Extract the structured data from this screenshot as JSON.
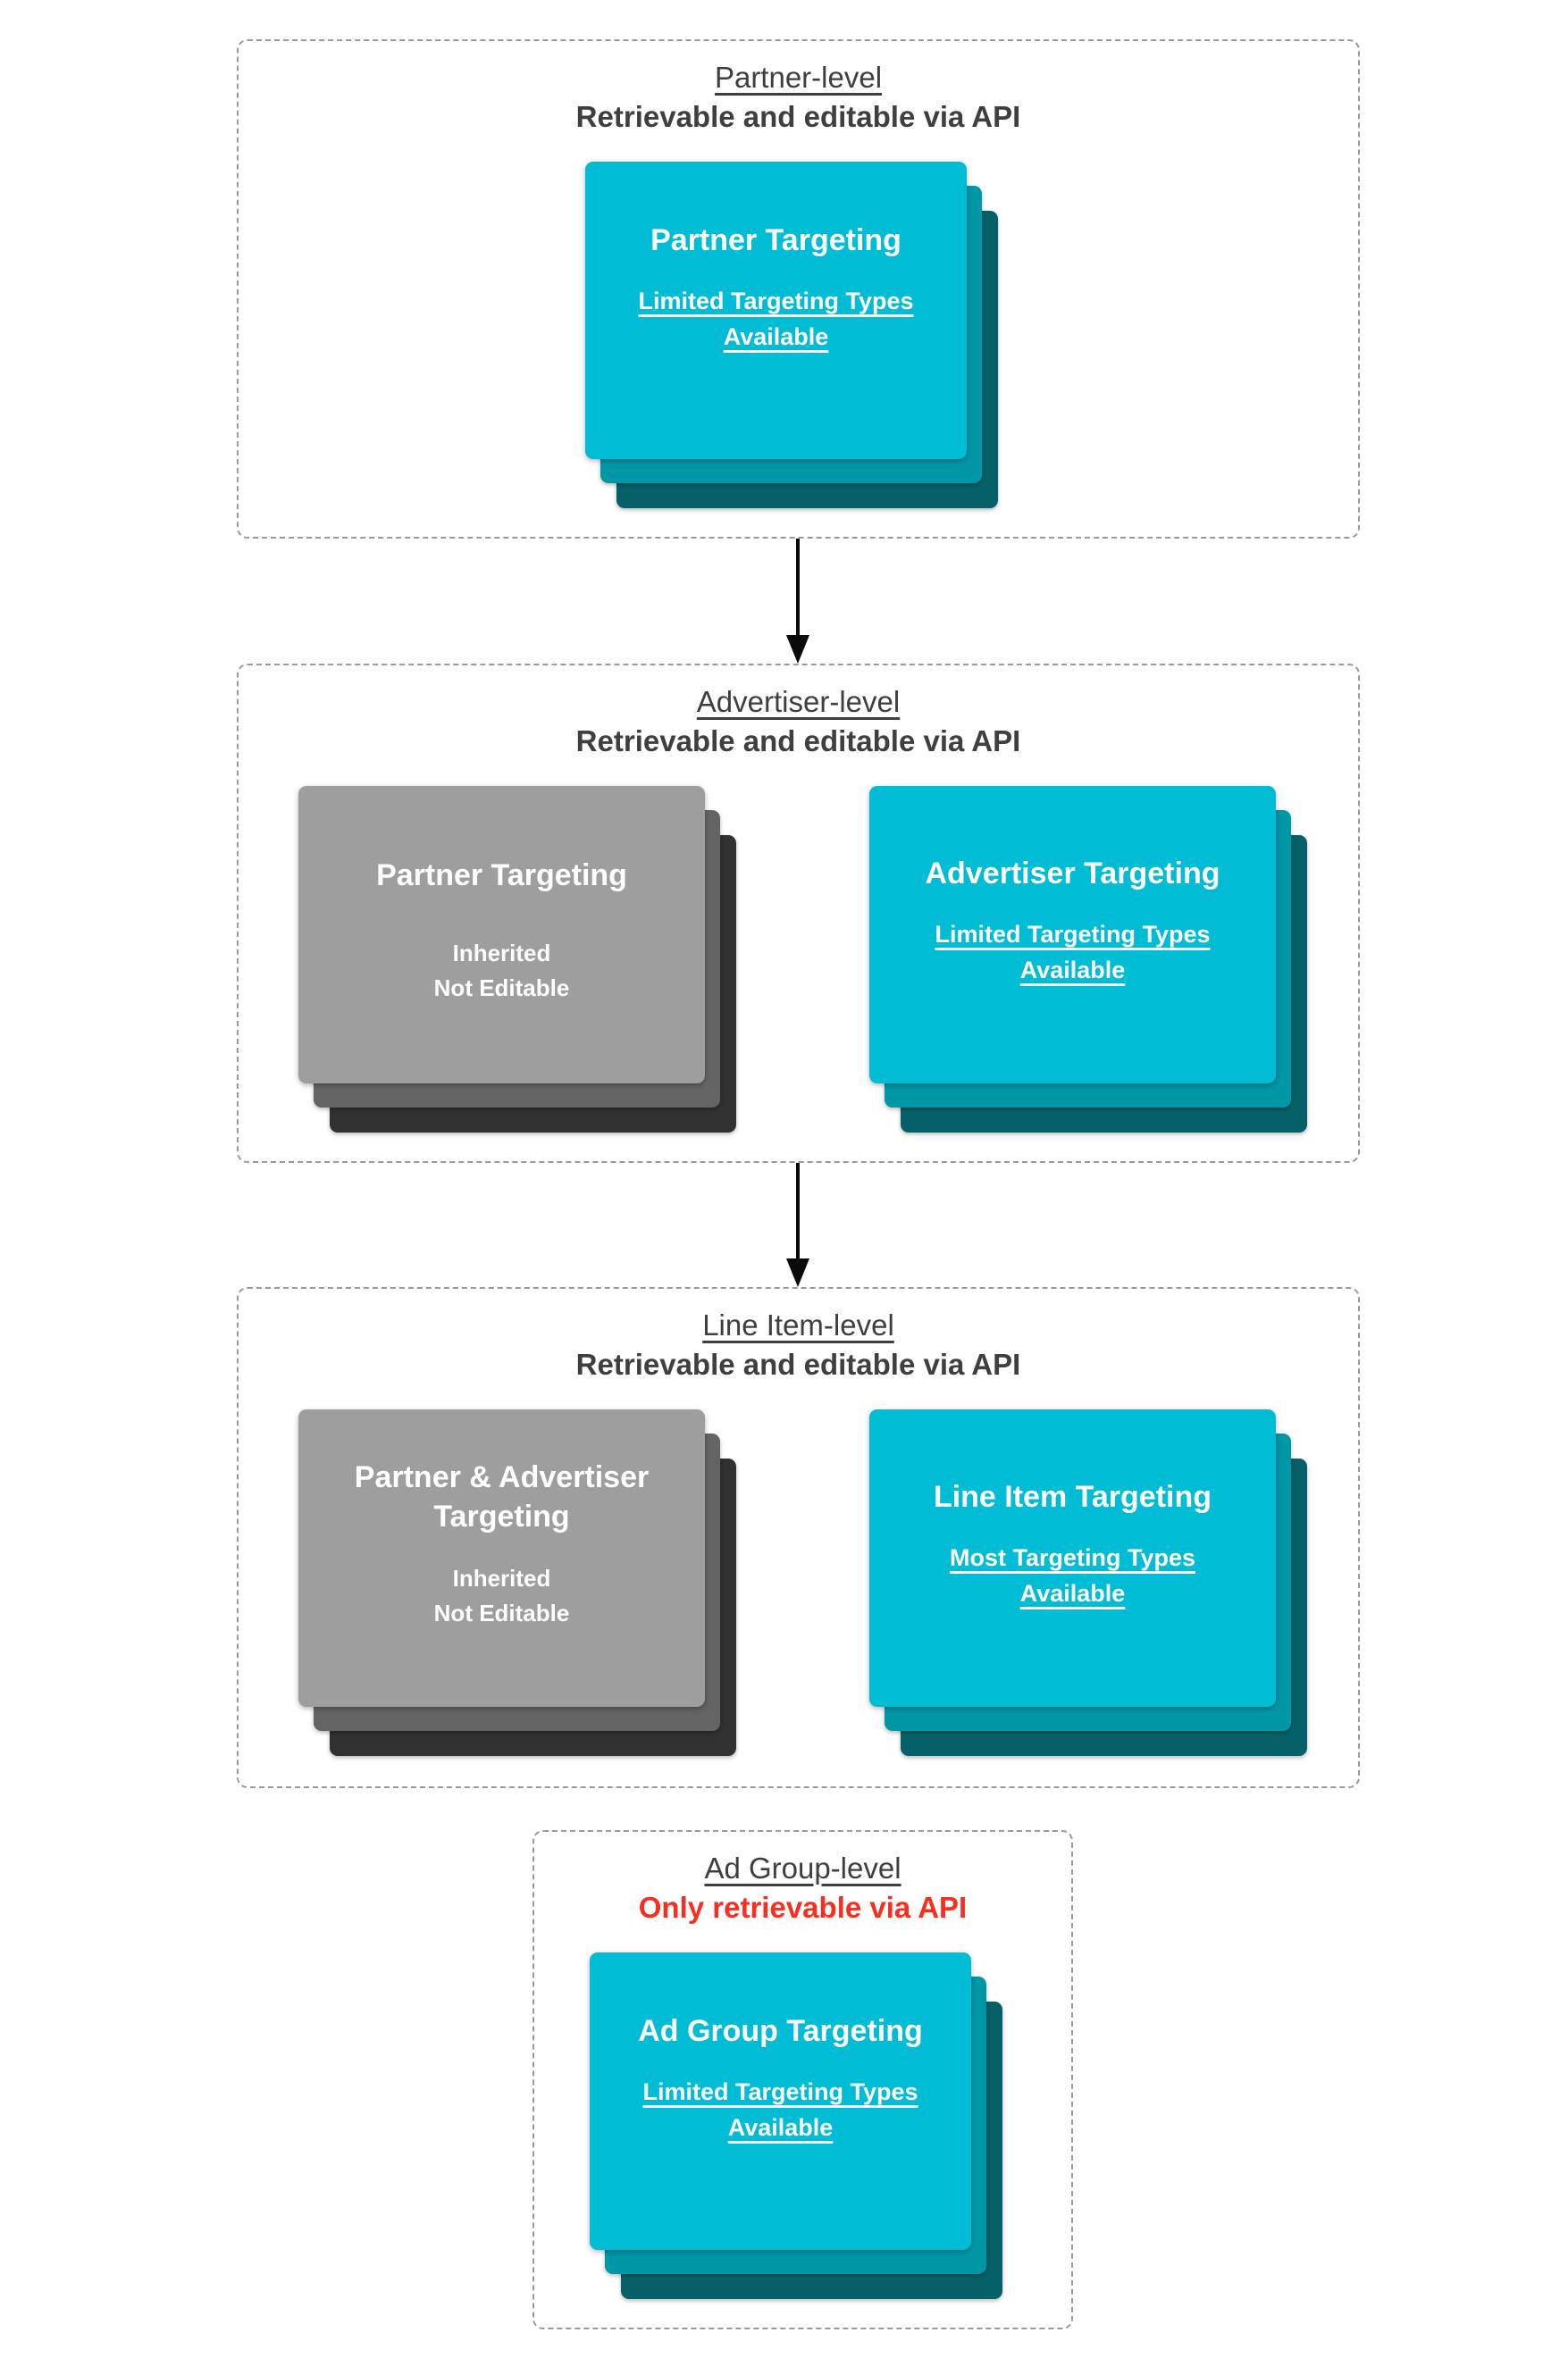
{
  "colors": {
    "cyan_front": "#00bcd4",
    "cyan_mid": "#0097a7",
    "cyan_back": "#056068",
    "gray_front": "#9e9e9e",
    "gray_mid": "#646464",
    "gray_back": "#313131",
    "header_text": "#3f3f3f",
    "red_text": "#fa2e1f",
    "dashed_border": "#9a9a9a",
    "arrow": "#0a0a0a",
    "card_text": "#ffffff"
  },
  "sections": [
    {
      "title": "Partner-level",
      "subtitle": "Retrievable and editable via API",
      "cards": [
        {
          "variant": "cyan",
          "title": "Partner Targeting",
          "subtitle": "Limited Targeting Types Available"
        }
      ]
    },
    {
      "title": "Advertiser-level",
      "subtitle": "Retrievable and editable via API",
      "cards": [
        {
          "variant": "gray",
          "title": "Partner Targeting",
          "note1": "Inherited",
          "note2": "Not Editable"
        },
        {
          "variant": "cyan",
          "title": "Advertiser Targeting",
          "subtitle": "Limited Targeting Types Available"
        }
      ]
    },
    {
      "title": "Line Item-level",
      "subtitle": "Retrievable and editable via API",
      "cards": [
        {
          "variant": "gray",
          "title": "Partner & Advertiser Targeting",
          "note1": "Inherited",
          "note2": "Not Editable"
        },
        {
          "variant": "cyan",
          "title": "Line Item Targeting",
          "subtitle": "Most Targeting Types Available"
        }
      ]
    },
    {
      "title": "Ad Group-level",
      "subtitle": "Only retrievable via API",
      "cards": [
        {
          "variant": "cyan",
          "title": "Ad Group Targeting",
          "subtitle": "Limited Targeting Types Available"
        }
      ]
    }
  ]
}
